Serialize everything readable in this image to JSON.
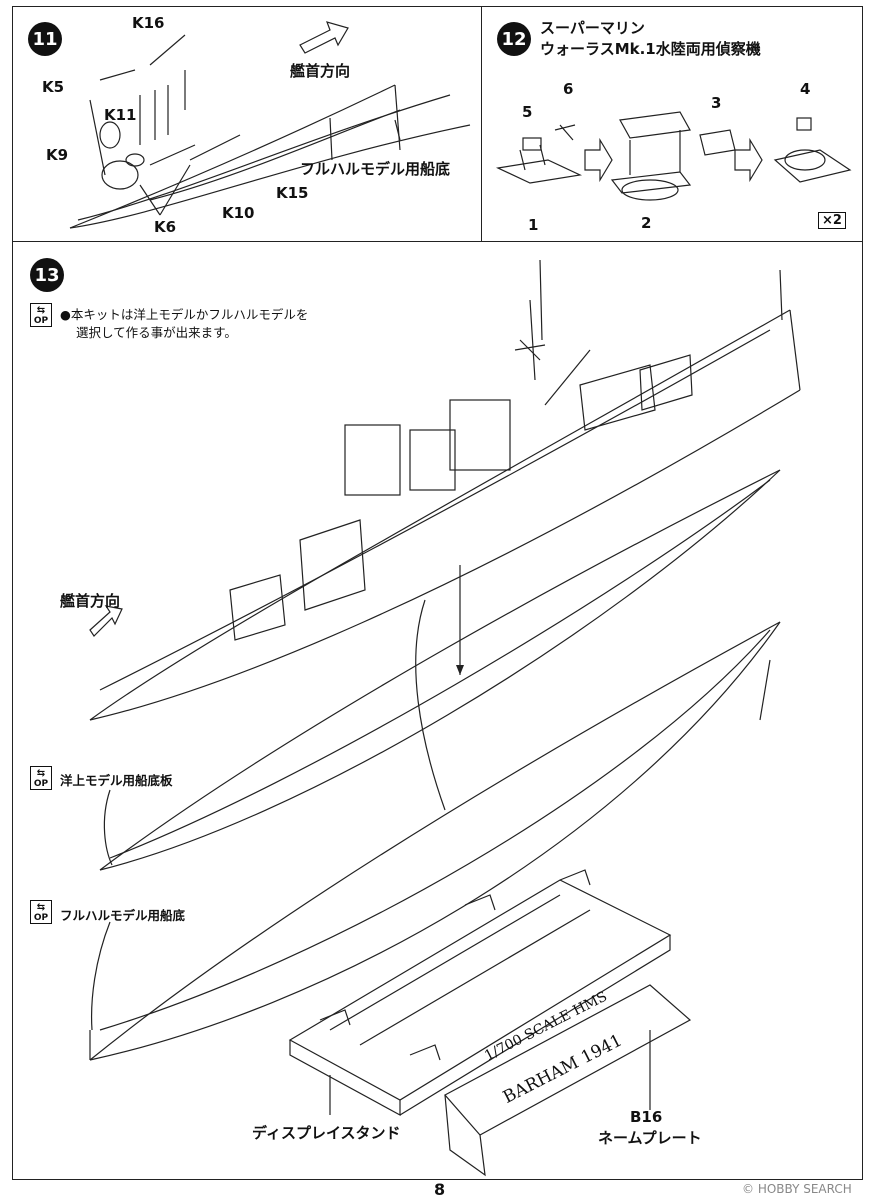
{
  "step11": {
    "number": "11",
    "labels": {
      "k16": "K16",
      "k5": "K5",
      "k11": "K11",
      "k9": "K9",
      "k6": "K6",
      "k10": "K10",
      "k15": "K15"
    },
    "bow_direction": "艦首方向",
    "fullhull_note": "フルハルモデル用船底"
  },
  "step12": {
    "number": "12",
    "title_line1": "スーパーマリン",
    "title_line2": "ウォーラスMk.1水陸両用偵察機",
    "parts": [
      "1",
      "2",
      "3",
      "4",
      "5",
      "6"
    ],
    "quantity": "×2"
  },
  "step13": {
    "number": "13",
    "op_label": "OP",
    "note_line1": "●本キットは洋上モデルかフルハルモデルを",
    "note_line2": "選択して作る事が出来ます。",
    "bow_direction": "艦首方向",
    "waterline_label": "洋上モデル用船底板",
    "fullhull_label": "フルハルモデル用船底",
    "stand_label": "ディスプレイスタンド",
    "plate_part": "B16",
    "plate_label": "ネームプレート",
    "plate_text_line1": "1/700 SCALE HMS",
    "plate_text_line2": "BARHAM 1941"
  },
  "page_number": "8",
  "watermark": "© HOBBY SEARCH"
}
